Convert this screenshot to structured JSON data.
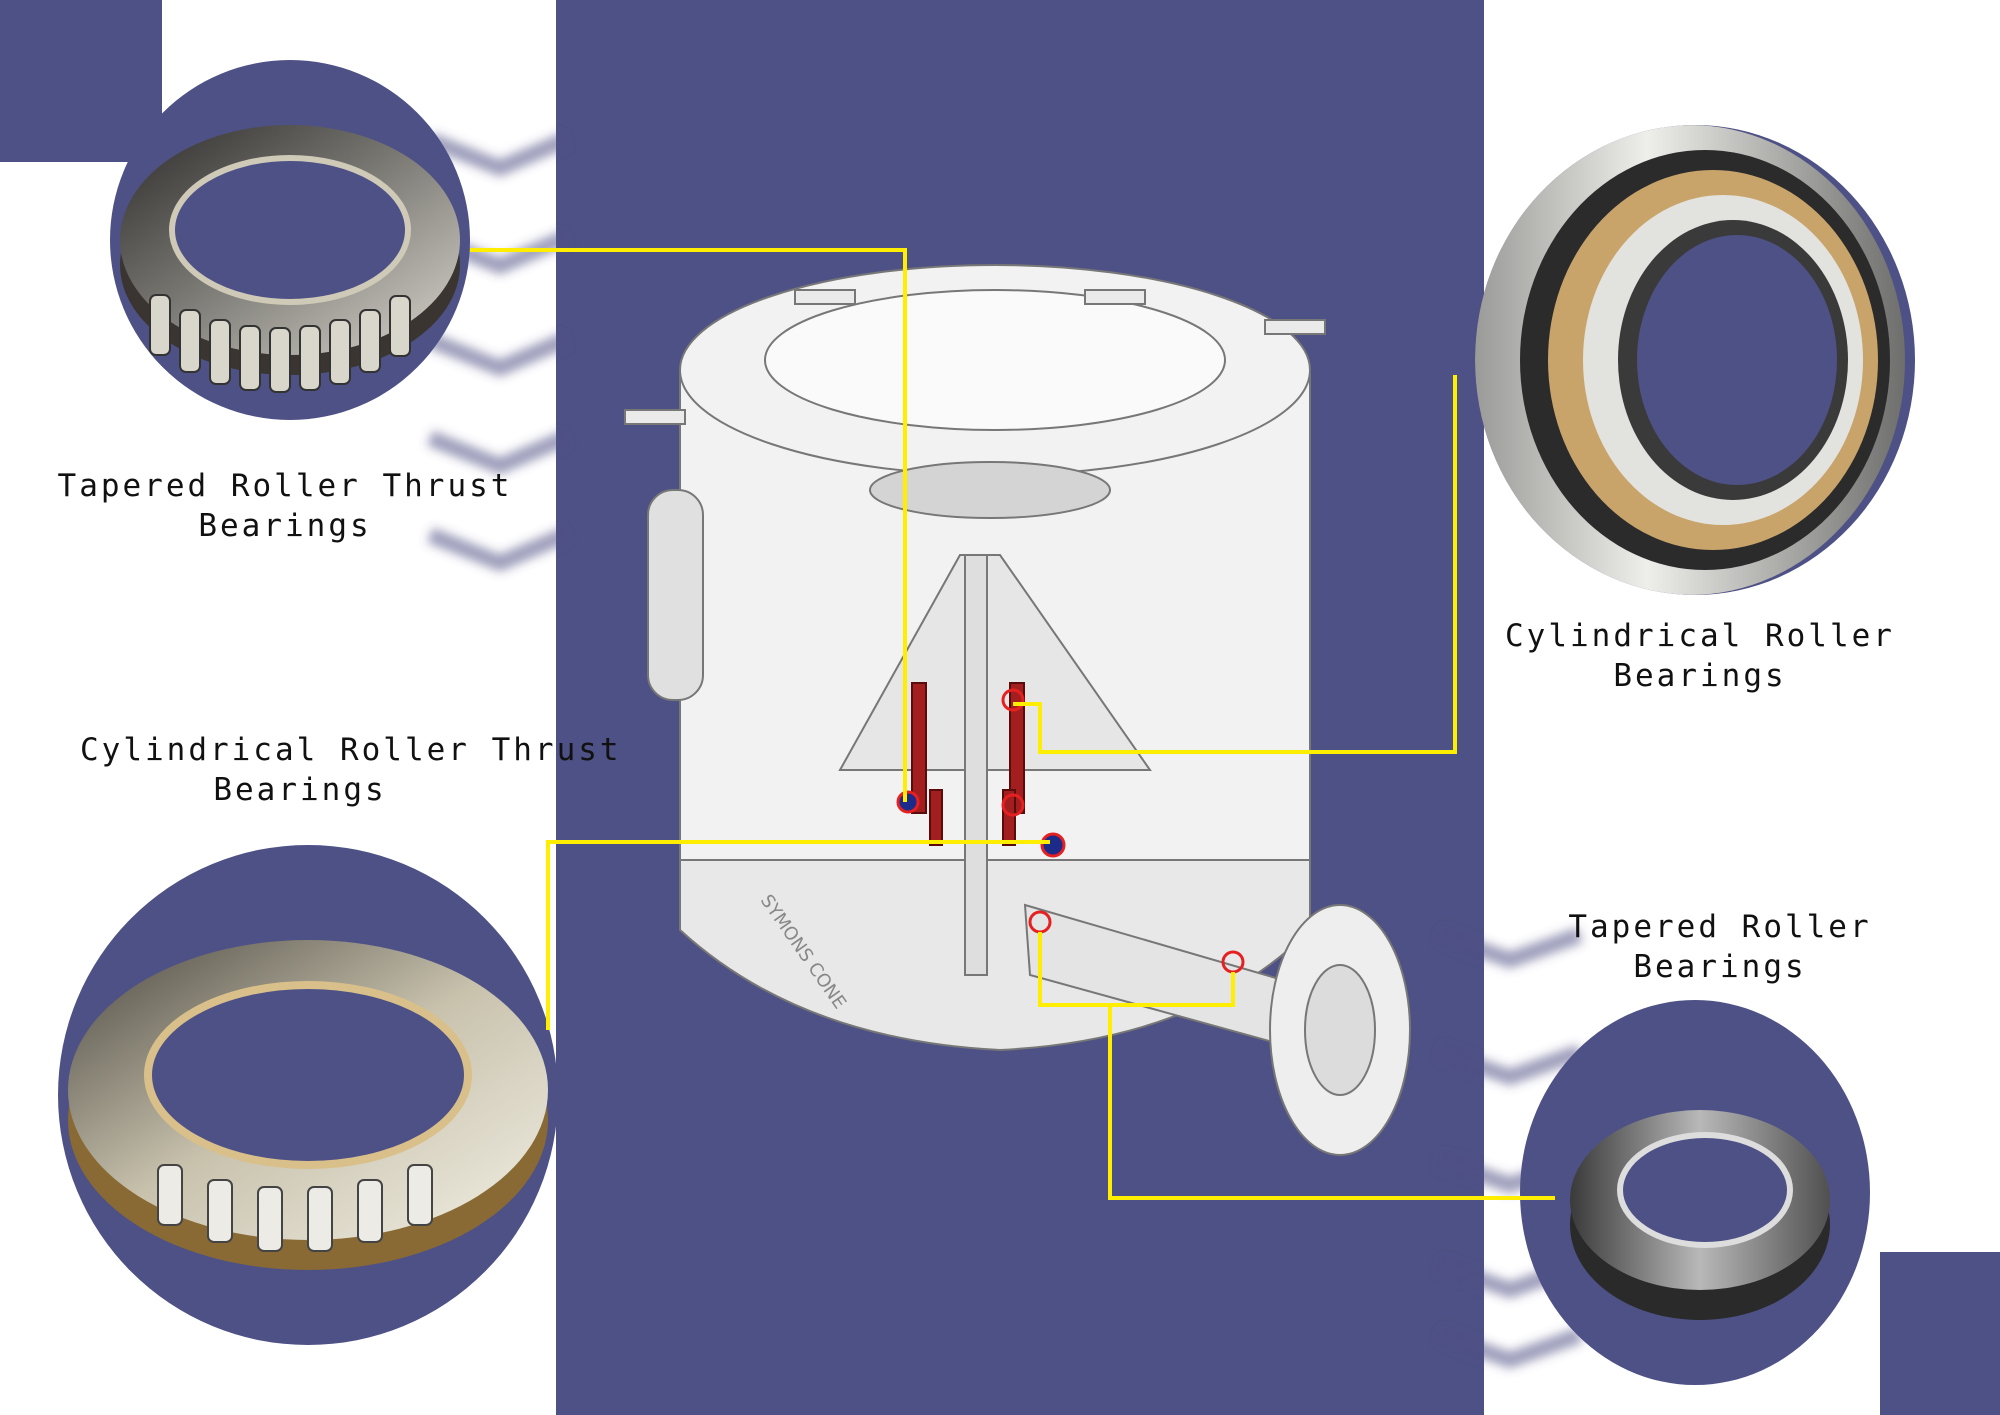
{
  "colors": {
    "panel": "#4e5185",
    "connector": "#ffee00",
    "machine_fill": "#f2f2f2",
    "machine_line": "#777777",
    "highlight_red": "#a31f1f",
    "marker_ring": "#e62020",
    "marker_blue": "#1c2a8a"
  },
  "labels": {
    "tapered_roller_thrust": {
      "line1": "Tapered Roller Thrust",
      "line2": "Bearings"
    },
    "cylindrical_roller": {
      "line1": "Cylindrical Roller",
      "line2": "Bearings"
    },
    "cylindrical_roller_thrust": {
      "line1": "Cylindrical Roller Thrust",
      "line2": "Bearings"
    },
    "tapered_roller": {
      "line1": "Tapered Roller",
      "line2": "Bearings"
    }
  },
  "machine": {
    "nameplate": "SYMONS CONE"
  },
  "icons": {
    "tapered_thrust": "tapered-roller-thrust-bearing-icon",
    "cylindrical": "cylindrical-roller-bearing-icon",
    "cylindrical_thrust": "cylindrical-roller-thrust-bearing-icon",
    "tapered": "tapered-roller-bearing-icon",
    "machine": "cone-crusher-cutaway-icon"
  }
}
